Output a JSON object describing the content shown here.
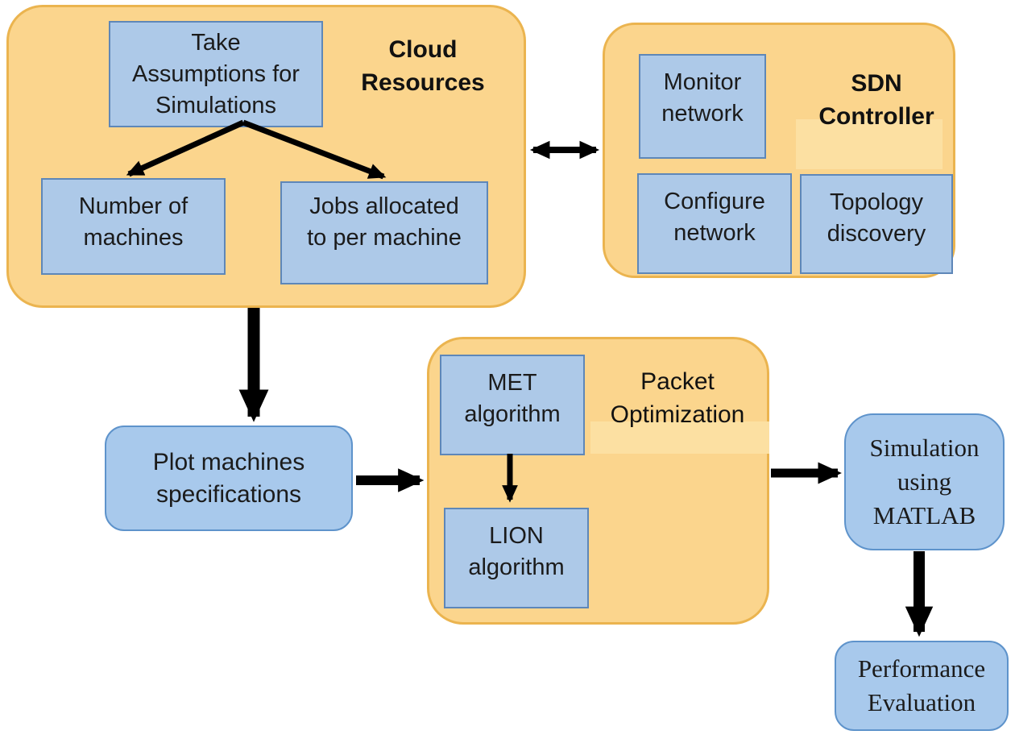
{
  "colors": {
    "canvas_bg": "#ffffff",
    "container_fill": "#FBD58D",
    "container_border": "#EBB44F",
    "box_fill": "#ADC9E8",
    "box_border": "#5E87B8",
    "rounded_box_fill": "#A8C9EC",
    "rounded_box_border": "#5E93CB",
    "patch_fill": "#FCE0A2",
    "arrow_color": "#000000",
    "text_color": "#1b1b1b"
  },
  "cloud": {
    "label": [
      "Cloud",
      "Resources"
    ],
    "take": [
      "Take",
      "Assumptions for",
      "Simulations"
    ],
    "number": [
      "Number of",
      "machines"
    ],
    "jobs": [
      "Jobs allocated",
      "to per machine"
    ]
  },
  "sdn": {
    "label": [
      "SDN",
      "Controller"
    ],
    "monitor": [
      "Monitor",
      "network"
    ],
    "configure": [
      "Configure",
      "network"
    ],
    "topology": [
      "Topology",
      "discovery"
    ]
  },
  "packet": {
    "label": [
      "Packet",
      "Optimization"
    ],
    "met": [
      "MET",
      "algorithm"
    ],
    "lion": [
      "LION",
      "algorithm"
    ]
  },
  "flow": {
    "plot": [
      "Plot machines",
      "specifications"
    ],
    "simulation": [
      "Simulation",
      "using",
      "MATLAB"
    ],
    "performance": [
      "Performance",
      "Evaluation"
    ]
  }
}
